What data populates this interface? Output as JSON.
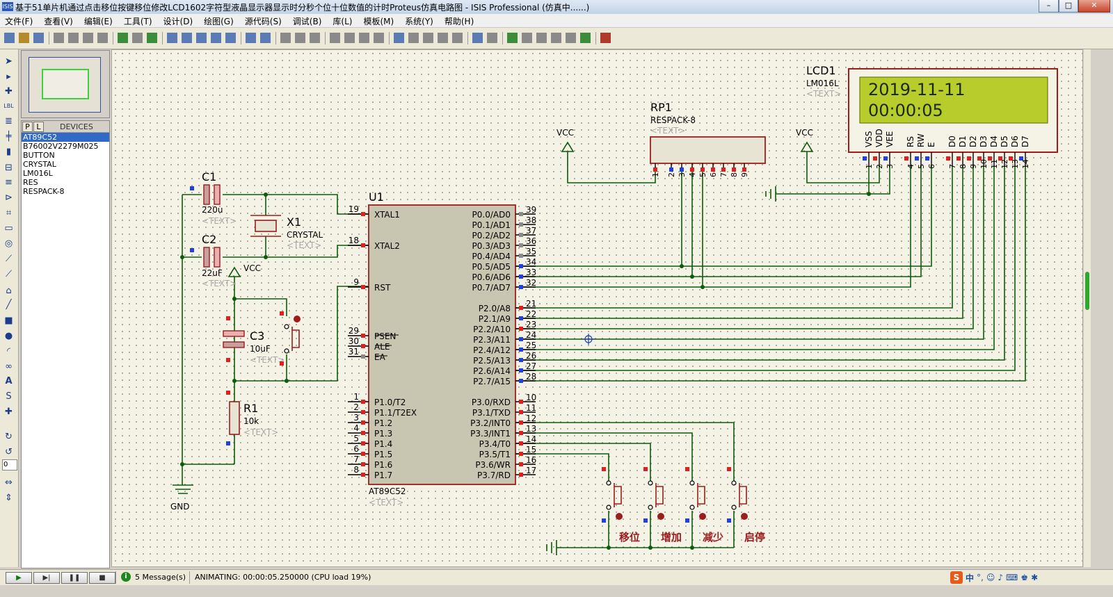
{
  "window": {
    "app_icon": "ISIS",
    "title": "基于51单片机通过点击移位按键移位修改LCD1602字符型液晶显示器显示时分秒个位十位数值的计时Proteus仿真电路图 - ISIS Professional (仿真中......)",
    "minimize_icon": "minimize-icon",
    "maximize_icon": "maximize-icon",
    "close_icon": "close-icon"
  },
  "menu": [
    "文件(F)",
    "查看(V)",
    "编辑(E)",
    "工具(T)",
    "设计(D)",
    "绘图(G)",
    "源代码(S)",
    "调试(B)",
    "库(L)",
    "模板(M)",
    "系统(Y)",
    "帮助(H)"
  ],
  "devices": {
    "tab_p": "P",
    "tab_l": "L",
    "header": "DEVICES",
    "items": [
      "AT89C52",
      "B76002V2279M025",
      "BUTTON",
      "CRYSTAL",
      "LM016L",
      "RES",
      "RESPACK-8"
    ],
    "selected": 0
  },
  "left_tools": {
    "rotation_value": "0"
  },
  "schematic": {
    "c1": {
      "ref": "C1",
      "value": "220u",
      "text": "<TEXT>"
    },
    "c2": {
      "ref": "C2",
      "value": "22uF",
      "text": "<TEXT>"
    },
    "x1": {
      "ref": "X1",
      "value": "CRYSTAL",
      "text": "<TEXT>"
    },
    "c3": {
      "ref": "C3",
      "value": "10uF",
      "text": "<TEXT>"
    },
    "r1": {
      "ref": "R1",
      "value": "10k",
      "text": "<TEXT>"
    },
    "rp1": {
      "ref": "RP1",
      "value": "RESPACK-8",
      "text": "<TEXT>",
      "pins": [
        "1",
        "2",
        "3",
        "4",
        "5",
        "6",
        "7",
        "8",
        "9"
      ]
    },
    "lcd1": {
      "ref": "LCD1",
      "value": "LM016L",
      "text": "<TEXT>",
      "line1": "2019-11-11",
      "line2": "00:00:05",
      "pin_labels": [
        "VSS",
        "VDD",
        "VEE",
        "RS",
        "RW",
        "E",
        "D0",
        "D1",
        "D2",
        "D3",
        "D4",
        "D5",
        "D6",
        "D7"
      ],
      "pin_numbers": [
        "1",
        "2",
        "3",
        "4",
        "5",
        "6",
        "7",
        "8",
        "9",
        "10",
        "11",
        "12",
        "13",
        "14"
      ]
    },
    "u1": {
      "ref": "U1",
      "value": "AT89C52",
      "text": "<TEXT>",
      "left_pins": [
        {
          "num": "19",
          "label": "XTAL1"
        },
        {
          "num": "18",
          "label": "XTAL2"
        },
        {
          "num": "9",
          "label": "RST"
        },
        {
          "num": "29",
          "label": "PSEN"
        },
        {
          "num": "30",
          "label": "ALE"
        },
        {
          "num": "31",
          "label": "EA"
        },
        {
          "num": "1",
          "label": "P1.0/T2"
        },
        {
          "num": "2",
          "label": "P1.1/T2EX"
        },
        {
          "num": "3",
          "label": "P1.2"
        },
        {
          "num": "4",
          "label": "P1.3"
        },
        {
          "num": "5",
          "label": "P1.4"
        },
        {
          "num": "6",
          "label": "P1.5"
        },
        {
          "num": "7",
          "label": "P1.6"
        },
        {
          "num": "8",
          "label": "P1.7"
        }
      ],
      "right_pins": [
        {
          "num": "39",
          "label": "P0.0/AD0"
        },
        {
          "num": "38",
          "label": "P0.1/AD1"
        },
        {
          "num": "37",
          "label": "P0.2/AD2"
        },
        {
          "num": "36",
          "label": "P0.3/AD3"
        },
        {
          "num": "35",
          "label": "P0.4/AD4"
        },
        {
          "num": "34",
          "label": "P0.5/AD5"
        },
        {
          "num": "33",
          "label": "P0.6/AD6"
        },
        {
          "num": "32",
          "label": "P0.7/AD7"
        },
        {
          "num": "21",
          "label": "P2.0/A8"
        },
        {
          "num": "22",
          "label": "P2.1/A9"
        },
        {
          "num": "23",
          "label": "P2.2/A10"
        },
        {
          "num": "24",
          "label": "P2.3/A11"
        },
        {
          "num": "25",
          "label": "P2.4/A12"
        },
        {
          "num": "26",
          "label": "P2.5/A13"
        },
        {
          "num": "27",
          "label": "P2.6/A14"
        },
        {
          "num": "28",
          "label": "P2.7/A15"
        },
        {
          "num": "10",
          "label": "P3.0/RXD"
        },
        {
          "num": "11",
          "label": "P3.1/TXD"
        },
        {
          "num": "12",
          "label": "P3.2/INT0"
        },
        {
          "num": "13",
          "label": "P3.3/INT1"
        },
        {
          "num": "14",
          "label": "P3.4/T0"
        },
        {
          "num": "15",
          "label": "P3.5/T1"
        },
        {
          "num": "16",
          "label": "P3.6/WR"
        },
        {
          "num": "17",
          "label": "P3.7/RD"
        }
      ]
    },
    "vcc_labels": [
      "VCC",
      "VCC",
      "VCC"
    ],
    "gnd_label": "GND",
    "buttons": [
      "移位",
      "增加",
      "减少",
      "启停"
    ]
  },
  "status": {
    "sim_controls": [
      "play-icon",
      "step-icon",
      "pause-icon",
      "stop-icon"
    ],
    "messages": "5 Message(s)",
    "animating": "ANIMATING: 00:00:05.250000 (CPU load 19%)",
    "ime": "中"
  },
  "colors": {
    "wire": "#0b5c0b",
    "component": "#9b1d1d",
    "chip_fill": "#c8c5b0",
    "lcd_screen": "#b8cc2c",
    "canvas": "#f5f2e6",
    "pin_red": "#e02020",
    "pin_blue": "#2040e0"
  }
}
